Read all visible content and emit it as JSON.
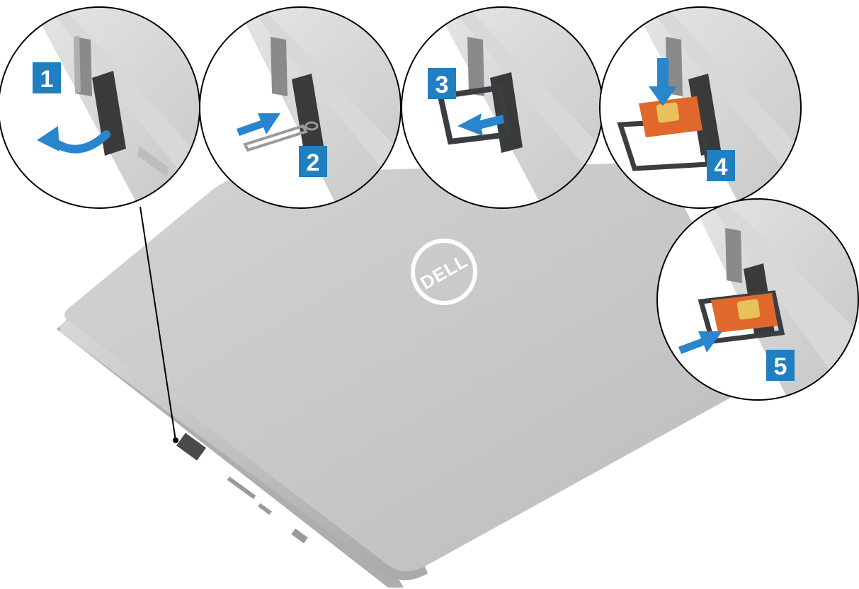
{
  "brand": {
    "logo_text": "DELL"
  },
  "colors": {
    "badge": "#1f7fc1",
    "arrow": "#2a86cc",
    "laptop_lid": "#c9c9c9",
    "laptop_edge": "#b5b5b5",
    "sim_card": "#e0682c",
    "sim_chip": "#e8c15a",
    "tray": "#3a3d42"
  },
  "steps": [
    {
      "number": "1",
      "icon": "rotate-arrow-icon"
    },
    {
      "number": "2",
      "icon": "push-arrow-icon"
    },
    {
      "number": "3",
      "icon": "pull-arrow-icon"
    },
    {
      "number": "4",
      "icon": "down-arrow-icon"
    },
    {
      "number": "5",
      "icon": "push-arrow-icon"
    }
  ]
}
